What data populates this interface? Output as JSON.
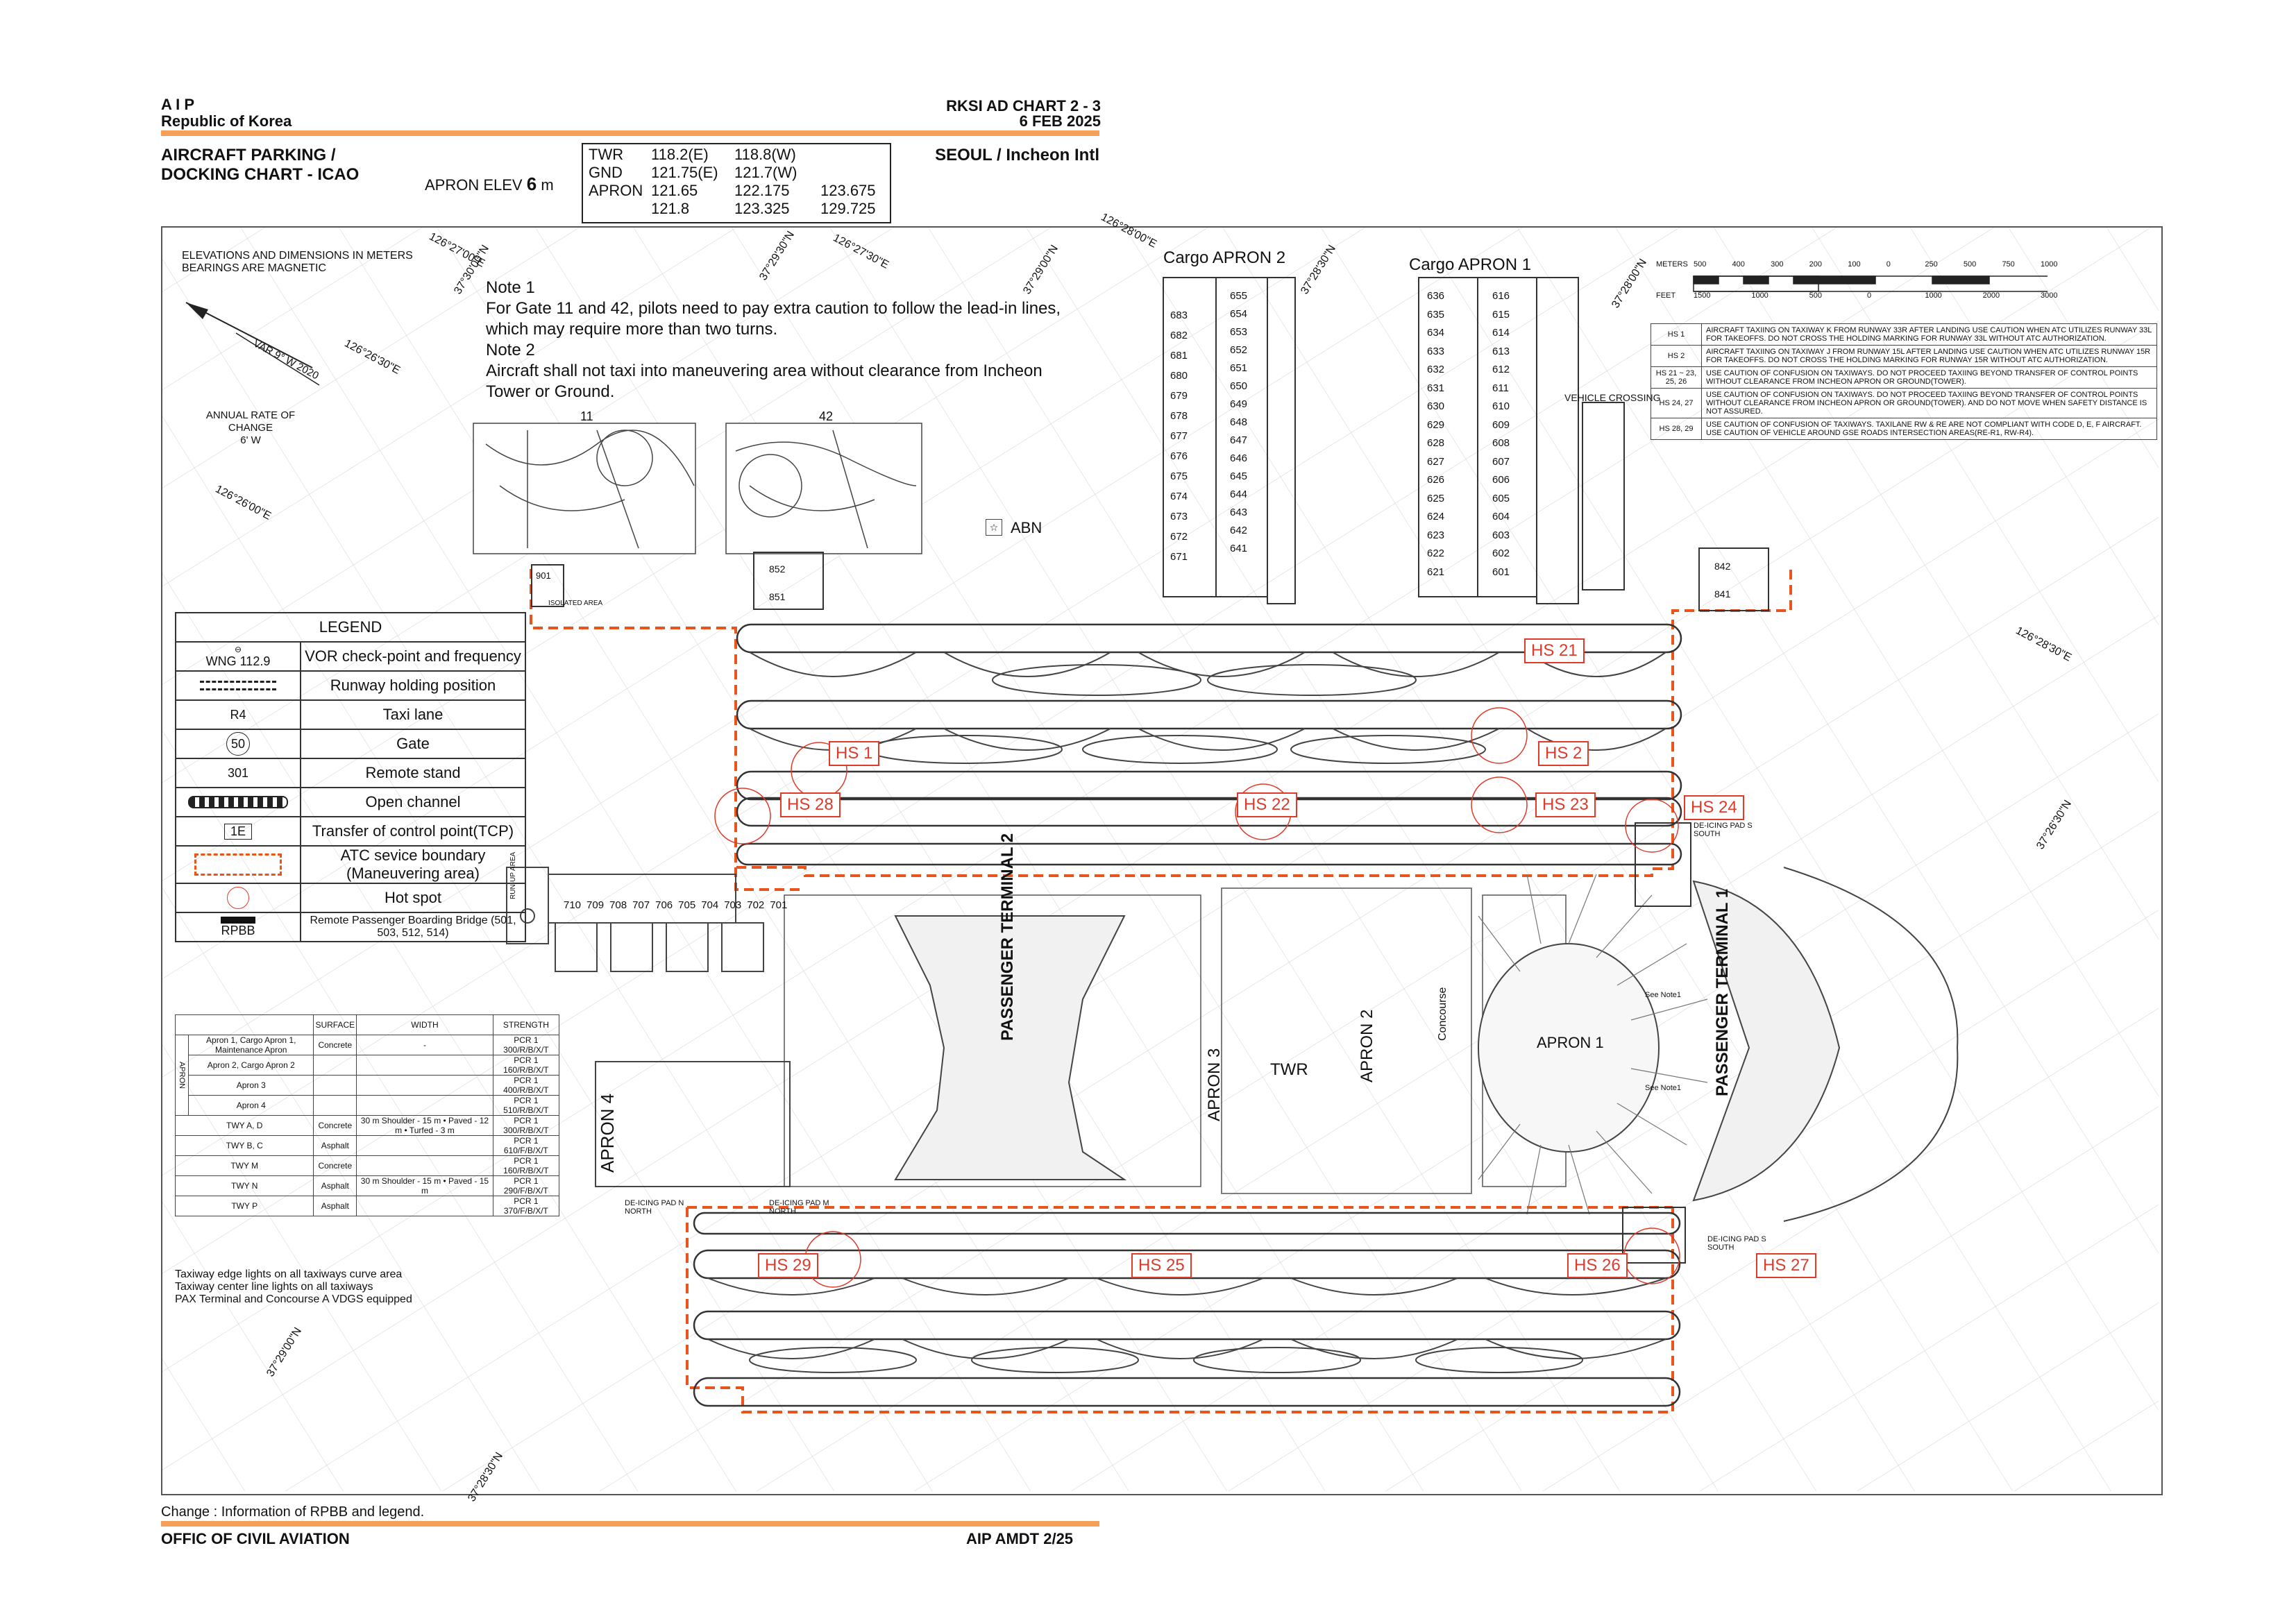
{
  "header": {
    "aip": "A I P",
    "country": "Republic of Korea",
    "chart_id": "RKSI AD CHART 2 - 3",
    "date": "6 FEB 2025",
    "title_line1": "AIRCRAFT PARKING /",
    "title_line2": "DOCKING CHART - ICAO",
    "apron_elev_label": "APRON ELEV",
    "apron_elev_value": "6",
    "apron_elev_unit": "m",
    "airport": "SEOUL / Incheon Intl"
  },
  "frequencies": {
    "twr_label": "TWR",
    "twr_1": "118.2(E)",
    "twr_2": "118.8(W)",
    "gnd_label": "GND",
    "gnd_1": "121.75(E)",
    "gnd_2": "121.7(W)",
    "apron_label": "APRON",
    "apron_1": "121.65",
    "apron_2": "122.175",
    "apron_3": "123.675",
    "apron_4": "121.8",
    "apron_5": "123.325",
    "apron_6": "129.725"
  },
  "map": {
    "units_note_1": "ELEVATIONS AND DIMENSIONS IN METERS",
    "units_note_2": "BEARINGS ARE MAGNETIC",
    "var": "VAR 9° W 2020",
    "annual_change_1": "ANNUAL RATE OF CHANGE",
    "annual_change_2": "6' W",
    "coords": [
      "126°27'00\"E",
      "37°29'30\"N",
      "126°27'30\"E",
      "37°30'00\"N",
      "126°28'00\"E",
      "37°28'30\"N",
      "37°29'00\"N",
      "126°26'30\"E",
      "126°26'00\"E",
      "37°28'00\"N",
      "126°28'30\"E",
      "37°26'30\"N",
      "37°29'00\"N",
      "37°28'30\"N"
    ],
    "note1_title": "Note 1",
    "note1_text": "For Gate 11 and 42, pilots need to pay extra caution to follow the lead-in lines, which may require more than two turns.",
    "note2_title": "Note 2",
    "note2_text": "Aircraft shall not taxi into maneuvering area without clearance from Incheon Tower or Ground.",
    "inset_11": "11",
    "inset_42": "42",
    "abn": "ABN",
    "cargo_apron_2": "Cargo APRON 2",
    "cargo_apron_1": "Cargo APRON 1",
    "vehicle_crossing": "VEHICLE CROSSING",
    "passenger_terminal_1": "PASSENGER TERMINAL 1",
    "passenger_terminal_2": "PASSENGER TERMINAL 2",
    "apron_1": "APRON 1",
    "apron_2": "APRON 2",
    "apron_3": "APRON 3",
    "apron_4": "APRON 4",
    "concourse": "Concourse",
    "twr": "TWR",
    "see_note": "See Note1",
    "deicing_north": "DE-ICING PAD N NORTH",
    "deicing_south": "DE-ICING PAD S SOUTH",
    "deicing_m_north": "DE-ICING PAD M NORTH",
    "isolated_area": "ISOLATED AREA",
    "runup_area": "RUN-UP AREA",
    "stand_901": "901",
    "hot_spots": [
      "HS 21",
      "HS 1",
      "HS 2",
      "HS 28",
      "HS 22",
      "HS 23",
      "HS 24",
      "HS 29",
      "HS 25",
      "HS 26",
      "HS 27"
    ],
    "cargo2_left": [
      "683",
      "682",
      "681",
      "680",
      "679",
      "678",
      "677",
      "676",
      "675",
      "674",
      "673",
      "672",
      "671"
    ],
    "cargo2_right": [
      "655",
      "654",
      "653",
      "652",
      "651",
      "650",
      "649",
      "648",
      "647",
      "646",
      "645",
      "644",
      "643",
      "642",
      "641"
    ],
    "cargo1_left": [
      "636",
      "635",
      "634",
      "633",
      "632",
      "631",
      "630",
      "629",
      "628",
      "627",
      "626",
      "625",
      "624",
      "623",
      "622",
      "621"
    ],
    "cargo1_right": [
      "616",
      "615",
      "614",
      "613",
      "612",
      "611",
      "610",
      "609",
      "608",
      "607",
      "606",
      "605",
      "604",
      "603",
      "602",
      "601"
    ],
    "apron4_stands": [
      "710",
      "709",
      "708",
      "707",
      "706",
      "705",
      "704",
      "703",
      "702",
      "701"
    ],
    "pads_north": [
      "852",
      "851"
    ],
    "pads_ne": [
      "842",
      "841"
    ]
  },
  "scale": {
    "meters_label": "METERS",
    "meters_ticks": [
      "500",
      "400",
      "300",
      "200",
      "100",
      "0",
      "250",
      "500",
      "750",
      "1000"
    ],
    "feet_label": "FEET",
    "feet_ticks": [
      "1500",
      "1000",
      "500",
      "0",
      "1000",
      "2000",
      "3000"
    ]
  },
  "hs_notes": [
    {
      "id": "HS 1",
      "text": "AIRCRAFT TAXIING ON TAXIWAY K FROM RUNWAY 33R AFTER LANDING USE CAUTION WHEN ATC UTILIZES RUNWAY 33L FOR TAKEOFFS. DO NOT CROSS THE HOLDING MARKING FOR RUNWAY 33L WITHOUT ATC AUTHORIZATION."
    },
    {
      "id": "HS 2",
      "text": "AIRCRAFT TAXIING ON TAXIWAY J FROM RUNWAY 15L AFTER LANDING USE CAUTION WHEN ATC UTILIZES RUNWAY 15R FOR TAKEOFFS. DO NOT CROSS THE HOLDING MARKING FOR RUNWAY 15R WITHOUT ATC AUTHORIZATION."
    },
    {
      "id": "HS 21 ~ 23, 25, 26",
      "text": "USE CAUTION OF CONFUSION ON TAXIWAYS. DO NOT PROCEED TAXIING BEYOND TRANSFER OF CONTROL POINTS WITHOUT CLEARANCE FROM INCHEON APRON OR GROUND(TOWER)."
    },
    {
      "id": "HS 24, 27",
      "text": "USE CAUTION OF CONFUSION ON TAXIWAYS. DO NOT PROCEED TAXIING BEYOND TRANSFER OF CONTROL POINTS WITHOUT CLEARANCE FROM INCHEON APRON OR GROUND(TOWER). AND DO NOT MOVE WHEN SAFETY DISTANCE IS NOT ASSURED."
    },
    {
      "id": "HS 28, 29",
      "text": "USE CAUTION OF CONFUSION OF TAXIWAYS. TAXILANE RW & RE ARE NOT COMPLIANT WITH CODE D, E, F AIRCRAFT. USE CAUTION OF VEHICLE AROUND GSE ROADS INTERSECTION AREAS(RE-R1, RW-R4)."
    }
  ],
  "legend": {
    "title": "LEGEND",
    "rows": [
      {
        "symbol": "WNG 112.9",
        "text": "VOR check-point and frequency"
      },
      {
        "symbol": "",
        "text": "Runway holding position"
      },
      {
        "symbol": "R4",
        "text": "Taxi lane"
      },
      {
        "symbol": "50",
        "text": "Gate"
      },
      {
        "symbol": "301",
        "text": "Remote stand"
      },
      {
        "symbol": "",
        "text": "Open channel"
      },
      {
        "symbol": "1E",
        "text": "Transfer of control point(TCP)"
      },
      {
        "symbol": "",
        "text": "ATC sevice boundary (Maneuvering area)"
      },
      {
        "symbol": "",
        "text": "Hot spot"
      },
      {
        "symbol": "RPBB",
        "text": "Remote Passenger Boarding Bridge (501, 503, 512, 514)"
      }
    ]
  },
  "surface_table": {
    "headers": [
      "",
      "SURFACE",
      "WIDTH",
      "STRENGTH"
    ],
    "apron_group": "APRON",
    "rows": [
      {
        "name": "Apron 1, Cargo Apron 1, Maintenance Apron",
        "surface": "Concrete",
        "width": "-",
        "strength": "PCR 1 300/R/B/X/T"
      },
      {
        "name": "Apron 2, Cargo Apron 2",
        "surface": "",
        "width": "",
        "strength": "PCR 1 160/R/B/X/T"
      },
      {
        "name": "Apron 3",
        "surface": "",
        "width": "",
        "strength": "PCR 1 400/R/B/X/T"
      },
      {
        "name": "Apron 4",
        "surface": "",
        "width": "",
        "strength": "PCR 1 510/R/B/X/T"
      },
      {
        "name": "TWY A, D",
        "surface": "Concrete",
        "width": "30 m Shoulder - 15 m • Paved - 12 m • Turfed - 3 m",
        "strength": "PCR 1 300/R/B/X/T"
      },
      {
        "name": "TWY B, C",
        "surface": "Asphalt",
        "width": "",
        "strength": "PCR 1 610/F/B/X/T"
      },
      {
        "name": "TWY M",
        "surface": "Concrete",
        "width": "",
        "strength": "PCR 1 160/R/B/X/T"
      },
      {
        "name": "TWY N",
        "surface": "Asphalt",
        "width": "30 m Shoulder - 15 m • Paved - 15 m",
        "strength": "PCR 1 290/F/B/X/T"
      },
      {
        "name": "TWY P",
        "surface": "Asphalt",
        "width": "",
        "strength": "PCR 1 370/F/B/X/T"
      }
    ]
  },
  "lighting_notes": [
    "Taxiway edge lights on all taxiways curve area",
    "Taxiway center line lights on all taxiways",
    "PAX Terminal and Concourse A VDGS equipped"
  ],
  "footer": {
    "change": "Change : Information of RPBB and legend.",
    "office": "OFFIC OF CIVIL AVIATION",
    "amdt": "AIP AMDT 2/25"
  },
  "colors": {
    "accent": "#f5a05a",
    "hotspot": "#e03a2b",
    "boundary": "#e8541c",
    "line": "#333333"
  }
}
